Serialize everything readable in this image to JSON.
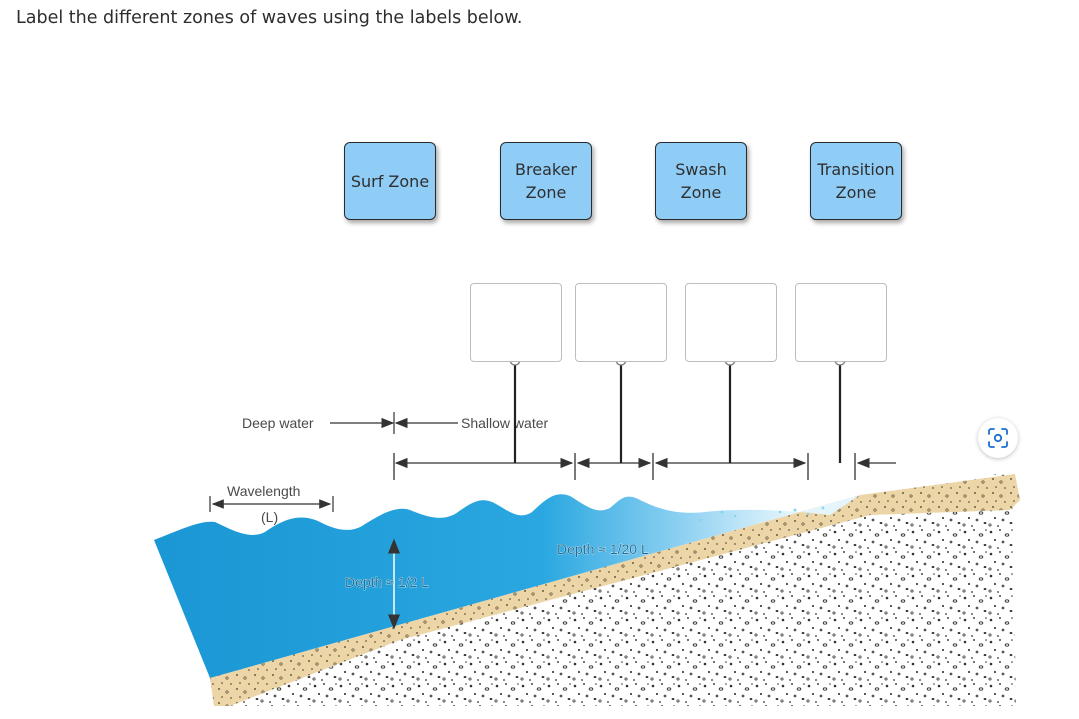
{
  "instruction": "Label the different zones of waves using the labels below.",
  "labels": [
    {
      "text": "Surf Zone"
    },
    {
      "text": "Breaker\nZone"
    },
    {
      "text": "Swash\nZone"
    },
    {
      "text": "Transition\nZone"
    }
  ],
  "drop_targets_count": 4,
  "diagram": {
    "deep_water": "Deep water",
    "shallow_water": "Shallow water",
    "wavelength": "Wavelength",
    "wavelength_symbol": "(L)",
    "depth_deep": "Depth ≈ 1/2 L",
    "depth_shallow": "Depth ≈ 1/20 L"
  },
  "colors": {
    "chip": "#8fcdf7",
    "water": "#1a9ad6",
    "sand": "#ecd6a8"
  },
  "icons": {
    "focus": "focus-scan-icon"
  }
}
